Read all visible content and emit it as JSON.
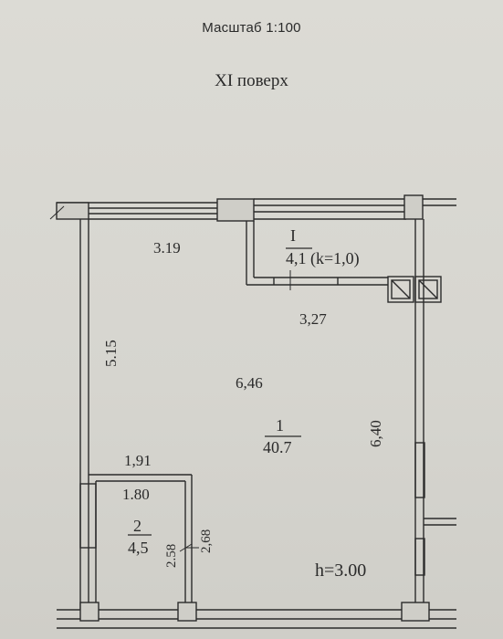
{
  "header": {
    "scale": "Масштаб 1:100",
    "floor": "XI поверх"
  },
  "rooms": {
    "balcony": {
      "number": "I",
      "area": "4,1 (k=1,0)"
    },
    "main": {
      "number": "1",
      "area": "40.7"
    },
    "bathroom": {
      "number": "2",
      "area": "4,5"
    }
  },
  "dimensions": {
    "top_left_width": "3.19",
    "balcony_width": "3,27",
    "left_height": "5.15",
    "room_width": "6,46",
    "right_height": "6,40",
    "bath_top_outer": "1,91",
    "bath_top_inner": "1.80",
    "bath_height_inner": "2.58",
    "bath_height_outer": "2,68",
    "ceiling_height": "h=3.00"
  }
}
